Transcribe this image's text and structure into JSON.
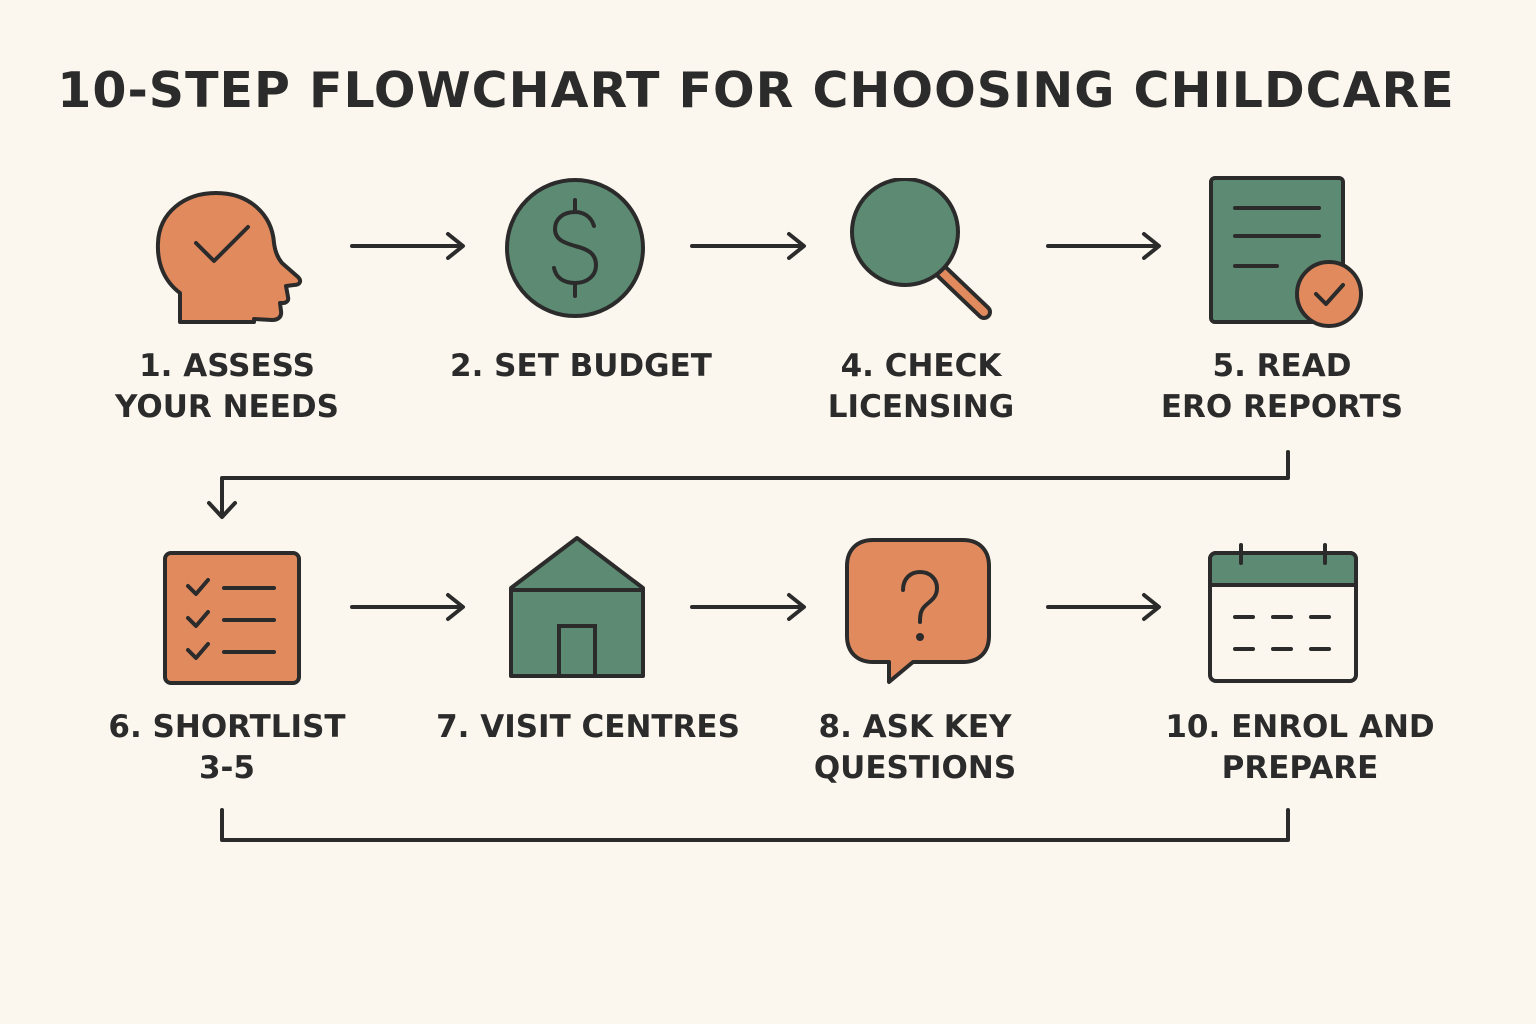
{
  "title": "10-STEP FLOWCHART FOR CHOOSING CHILDCARE",
  "colors": {
    "background": "#fcf7ee",
    "orange": "#e08a5e",
    "green": "#5c8a72",
    "outline": "#2b2b2b",
    "paper": "#fcf7ee"
  },
  "steps": [
    {
      "icon": "head-check-icon",
      "lines": [
        "1. ASSESS",
        "YOUR NEEDS"
      ]
    },
    {
      "icon": "dollar-coin-icon",
      "lines": [
        "2. SET BUDGET"
      ]
    },
    {
      "icon": "magnifying-glass-icon",
      "lines": [
        "4. CHECK",
        "LICENSING"
      ]
    },
    {
      "icon": "report-check-icon",
      "lines": [
        "5. READ",
        "ERO REPORTS"
      ]
    },
    {
      "icon": "checklist-icon",
      "lines": [
        "6. SHORTLIST",
        "3-5"
      ]
    },
    {
      "icon": "house-icon",
      "lines": [
        "7. VISIT CENTRES"
      ]
    },
    {
      "icon": "question-bubble-icon",
      "lines": [
        "8. ASK KEY",
        "QUESTIONS"
      ]
    },
    {
      "icon": "calendar-icon",
      "lines": [
        "10. ENROL AND",
        "PREPARE"
      ]
    }
  ]
}
